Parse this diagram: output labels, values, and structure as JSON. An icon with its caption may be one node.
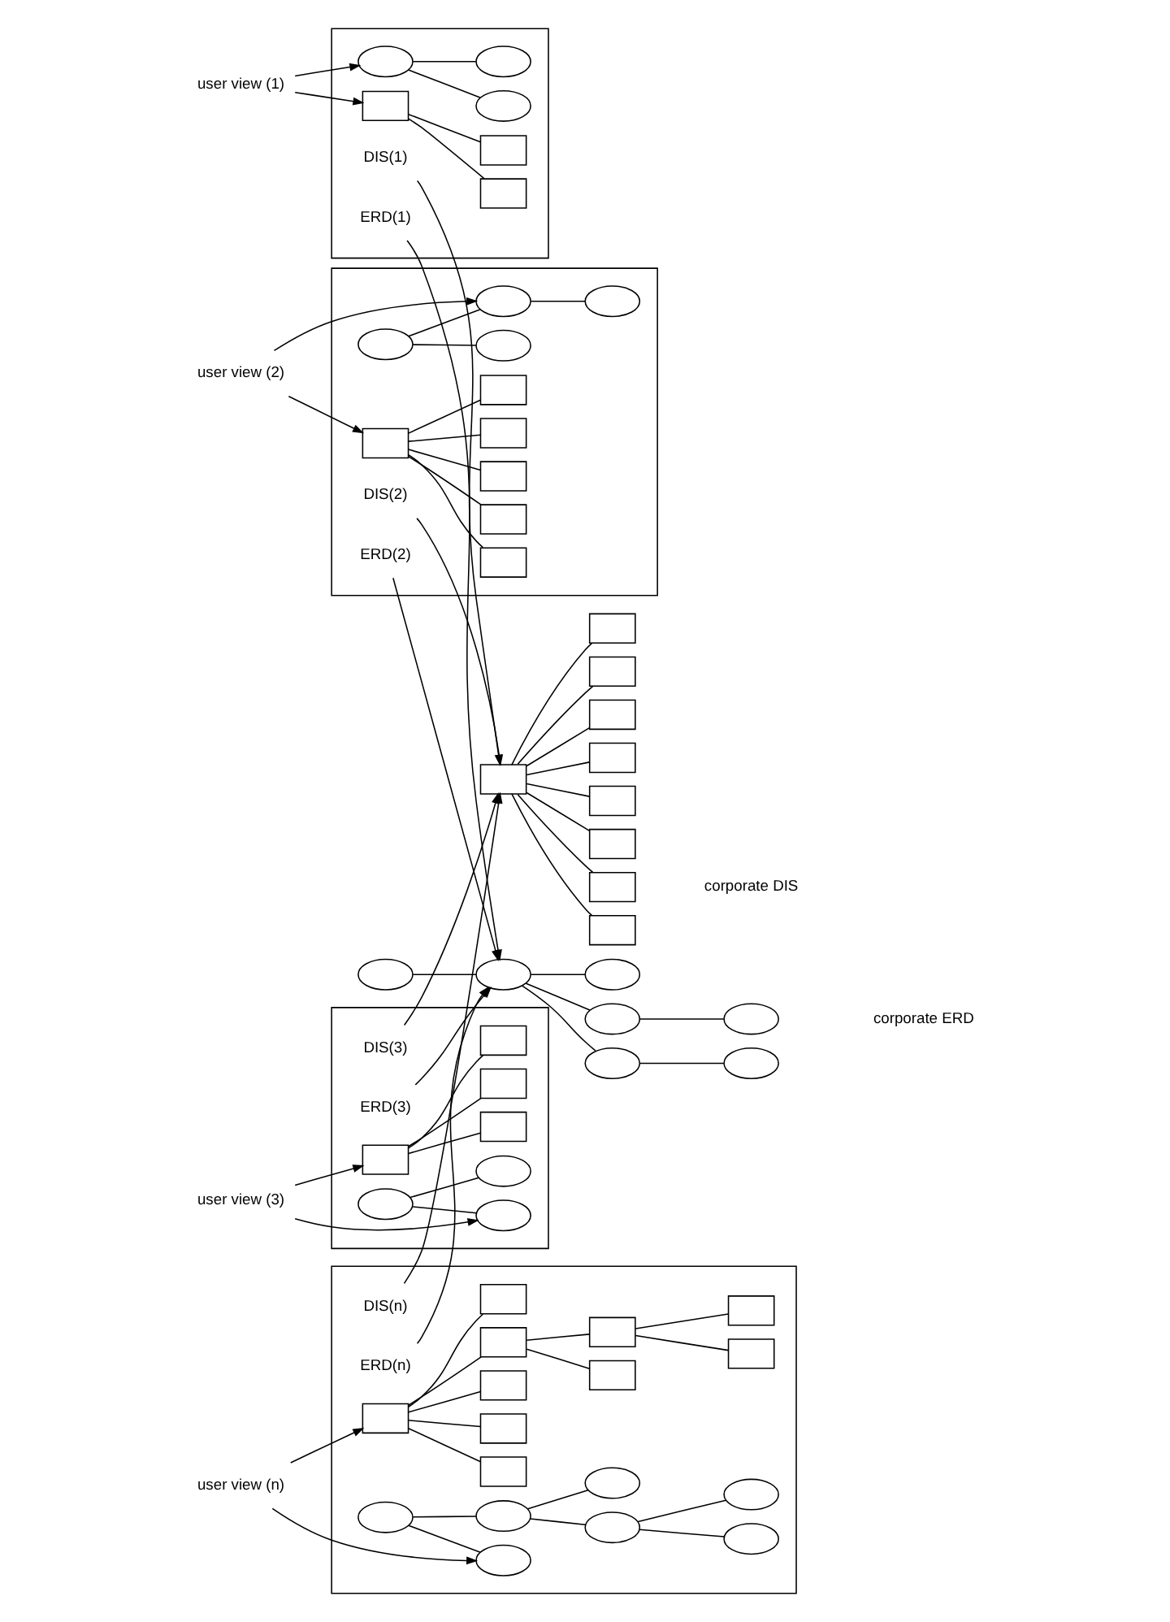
{
  "diagram": {
    "nodes": [
      {
        "text": [
          "user view (1)"
        ]
      },
      {
        "text": [],
        "shape": "box"
      },
      {
        "text": [],
        "shape": "ellipse",
        "in": 1
      },
      {
        "text": [],
        "shape": "ellipse",
        "in": 1
      },
      {
        "text": [],
        "shape": "ellipse",
        "in": 1
      },
      {
        "text": [],
        "shape": "box",
        "in": 1
      },
      {
        "text": [],
        "shape": "box",
        "in": 1
      },
      {
        "text": [],
        "shape": "box",
        "in": 1
      },
      {
        "text": [
          "DIS(1)"
        ],
        "in": 1
      },
      {
        "text": [
          "ERD(1)"
        ],
        "in": 1
      },
      {
        "text": [
          "user view (2)"
        ]
      },
      {
        "text": [],
        "shape": "box"
      },
      {
        "text": [],
        "shape": "ellipse",
        "in": 11
      },
      {
        "text": [],
        "shape": "ellipse",
        "in": 11
      },
      {
        "text": [],
        "shape": "ellipse",
        "in": 11
      },
      {
        "text": [],
        "shape": "ellipse",
        "in": 11
      },
      {
        "text": [],
        "shape": "box",
        "in": 11
      },
      {
        "text": [],
        "shape": "box",
        "in": 11
      },
      {
        "text": [],
        "shape": "box",
        "in": 11
      },
      {
        "text": [],
        "shape": "box",
        "in": 11
      },
      {
        "text": [],
        "shape": "box",
        "in": 11
      },
      {
        "text": [],
        "shape": "box",
        "in": 11
      },
      {
        "text": [
          "DIS(2)"
        ],
        "in": 11
      },
      {
        "text": [
          "ERD(2)"
        ],
        "in": 11
      },
      {
        "text": [
          "user view (3)"
        ]
      },
      {
        "text": [],
        "shape": "box"
      },
      {
        "text": [],
        "shape": "ellipse",
        "in": 25
      },
      {
        "text": [],
        "shape": "ellipse",
        "in": 25
      },
      {
        "text": [],
        "shape": "ellipse",
        "in": 25
      },
      {
        "text": [],
        "shape": "box",
        "in": 25
      },
      {
        "text": [],
        "shape": "box",
        "in": 25
      },
      {
        "text": [],
        "shape": "box",
        "in": 25
      },
      {
        "text": [],
        "shape": "box",
        "in": 25
      },
      {
        "text": [
          "ERD(3)"
        ],
        "in": 25
      },
      {
        "text": [
          "DIS(3)"
        ],
        "in": 25
      },
      {
        "text": [
          "user view (n)"
        ]
      },
      {
        "text": [],
        "shape": "box"
      },
      {
        "text": [],
        "shape": "ellipse",
        "in": 36
      },
      {
        "text": [],
        "shape": "ellipse",
        "in": 36
      },
      {
        "text": [],
        "shape": "ellipse",
        "in": 36
      },
      {
        "text": [],
        "shape": "ellipse",
        "in": 36
      },
      {
        "text": [],
        "shape": "ellipse",
        "in": 36
      },
      {
        "text": [],
        "shape": "ellipse",
        "in": 36
      },
      {
        "text": [],
        "shape": "ellipse",
        "in": 36
      },
      {
        "text": [
          "ERD(n)"
        ],
        "in": 36
      },
      {
        "text": [],
        "shape": "box",
        "in": 36
      },
      {
        "text": [],
        "shape": "box",
        "in": 36
      },
      {
        "text": [],
        "shape": "box",
        "in": 36
      },
      {
        "text": [],
        "shape": "box",
        "in": 36
      },
      {
        "text": [],
        "shape": "box",
        "in": 36
      },
      {
        "text": [],
        "shape": "box",
        "in": 36
      },
      {
        "text": [],
        "shape": "box",
        "in": 36
      },
      {
        "text": [],
        "shape": "box",
        "in": 36
      },
      {
        "text": [],
        "shape": "box",
        "in": 36
      },
      {
        "text": [],
        "shape": "box",
        "in": 36
      },
      {
        "text": [
          "DIS(n)"
        ],
        "in": 36
      },
      {
        "text": [],
        "shape": "ellipse"
      },
      {
        "text": [],
        "shape": "ellipse"
      },
      {
        "text": [],
        "shape": "ellipse"
      },
      {
        "text": [],
        "shape": "ellipse"
      },
      {
        "text": [],
        "shape": "ellipse"
      },
      {
        "text": [],
        "shape": "ellipse"
      },
      {
        "text": [],
        "shape": "ellipse"
      },
      {
        "text": [
          "corporate ERD"
        ]
      },
      {
        "text": [],
        "shape": "box"
      },
      {
        "text": [],
        "shape": "box"
      },
      {
        "text": [],
        "shape": "box"
      },
      {
        "text": [],
        "shape": "box"
      },
      {
        "text": [],
        "shape": "box"
      },
      {
        "text": [],
        "shape": "box"
      },
      {
        "text": [],
        "shape": "box"
      },
      {
        "text": [],
        "shape": "box"
      },
      {
        "text": [],
        "shape": "box"
      },
      {
        "text": [
          "corporate DIS"
        ]
      }
    ],
    "edges": [
      {
        "from": 0,
        "to": 2,
        "arrow": "to"
      },
      {
        "from": 0,
        "to": 5,
        "arrow": "to"
      },
      {
        "from": 2,
        "to": 3,
        "arrow": "none"
      },
      {
        "from": 2,
        "to": 4,
        "arrow": "none"
      },
      {
        "from": 5,
        "to": 6,
        "arrow": "none"
      },
      {
        "from": 5,
        "to": 7,
        "arrow": "none"
      },
      {
        "from": 10,
        "to": 13,
        "arrow": "to"
      },
      {
        "from": 10,
        "to": 16,
        "arrow": "to"
      },
      {
        "from": 12,
        "to": 13,
        "arrow": "none"
      },
      {
        "from": 12,
        "to": 14,
        "arrow": "none"
      },
      {
        "from": 13,
        "to": 15,
        "arrow": "none"
      },
      {
        "from": 16,
        "to": 17,
        "arrow": "none"
      },
      {
        "from": 16,
        "to": 20,
        "arrow": "none"
      },
      {
        "from": 16,
        "to": 21,
        "arrow": "none"
      },
      {
        "from": 16,
        "to": 18,
        "arrow": "none"
      },
      {
        "from": 16,
        "to": 19,
        "arrow": "none"
      },
      {
        "from": 24,
        "to": 27,
        "arrow": "to"
      },
      {
        "from": 24,
        "to": 29,
        "arrow": "to"
      },
      {
        "from": 26,
        "to": 27,
        "arrow": "none"
      },
      {
        "from": 26,
        "to": 28,
        "arrow": "none"
      },
      {
        "from": 29,
        "to": 30,
        "arrow": "none"
      },
      {
        "from": 29,
        "to": 31,
        "arrow": "none"
      },
      {
        "from": 29,
        "to": 32,
        "arrow": "none"
      },
      {
        "from": 35,
        "to": 41,
        "arrow": "to"
      },
      {
        "from": 35,
        "to": 45,
        "arrow": "to"
      },
      {
        "from": 37,
        "to": 41,
        "arrow": "none"
      },
      {
        "from": 37,
        "to": 42,
        "arrow": "none"
      },
      {
        "from": 42,
        "to": 38,
        "arrow": "none"
      },
      {
        "from": 38,
        "to": 40,
        "arrow": "none"
      },
      {
        "from": 38,
        "to": 39,
        "arrow": "none"
      },
      {
        "from": 42,
        "to": 43,
        "arrow": "none"
      },
      {
        "from": 45,
        "to": 46,
        "arrow": "none"
      },
      {
        "from": 45,
        "to": 48,
        "arrow": "none"
      },
      {
        "from": 45,
        "to": 49,
        "arrow": "none"
      },
      {
        "from": 45,
        "to": 53,
        "arrow": "none"
      },
      {
        "from": 45,
        "to": 47,
        "arrow": "none"
      },
      {
        "from": 47,
        "to": 50,
        "arrow": "none"
      },
      {
        "from": 47,
        "to": 51,
        "arrow": "none"
      },
      {
        "from": 51,
        "to": 52,
        "arrow": "none"
      },
      {
        "from": 51,
        "to": 54,
        "arrow": "none"
      },
      {
        "from": 56,
        "to": 57,
        "arrow": "none"
      },
      {
        "from": 57,
        "to": 58,
        "arrow": "none"
      },
      {
        "from": 58,
        "to": 59,
        "arrow": "none"
      },
      {
        "from": 57,
        "to": 60,
        "arrow": "none"
      },
      {
        "from": 57,
        "to": 61,
        "arrow": "none"
      },
      {
        "from": 61,
        "to": 62,
        "arrow": "none"
      },
      {
        "from": 64,
        "to": 65,
        "arrow": "none"
      },
      {
        "from": 64,
        "to": 66,
        "arrow": "none"
      },
      {
        "from": 64,
        "to": 67,
        "arrow": "none"
      },
      {
        "from": 64,
        "to": 68,
        "arrow": "none"
      },
      {
        "from": 64,
        "to": 69,
        "arrow": "none"
      },
      {
        "from": 64,
        "to": 70,
        "arrow": "none"
      },
      {
        "from": 64,
        "to": 71,
        "arrow": "none"
      },
      {
        "from": 64,
        "to": 72,
        "arrow": "none"
      },
      {
        "from": 9,
        "to": 57,
        "arrow": "to"
      },
      {
        "from": 8,
        "to": 64,
        "arrow": "to"
      },
      {
        "from": 23,
        "to": 57,
        "arrow": "to"
      },
      {
        "from": 22,
        "to": 64,
        "arrow": "to"
      },
      {
        "from": 33,
        "to": 57,
        "arrow": "to"
      },
      {
        "from": 34,
        "to": 64,
        "arrow": "to"
      },
      {
        "from": 44,
        "to": 57,
        "arrow": "to"
      },
      {
        "from": 55,
        "to": 64,
        "arrow": "to"
      }
    ]
  }
}
